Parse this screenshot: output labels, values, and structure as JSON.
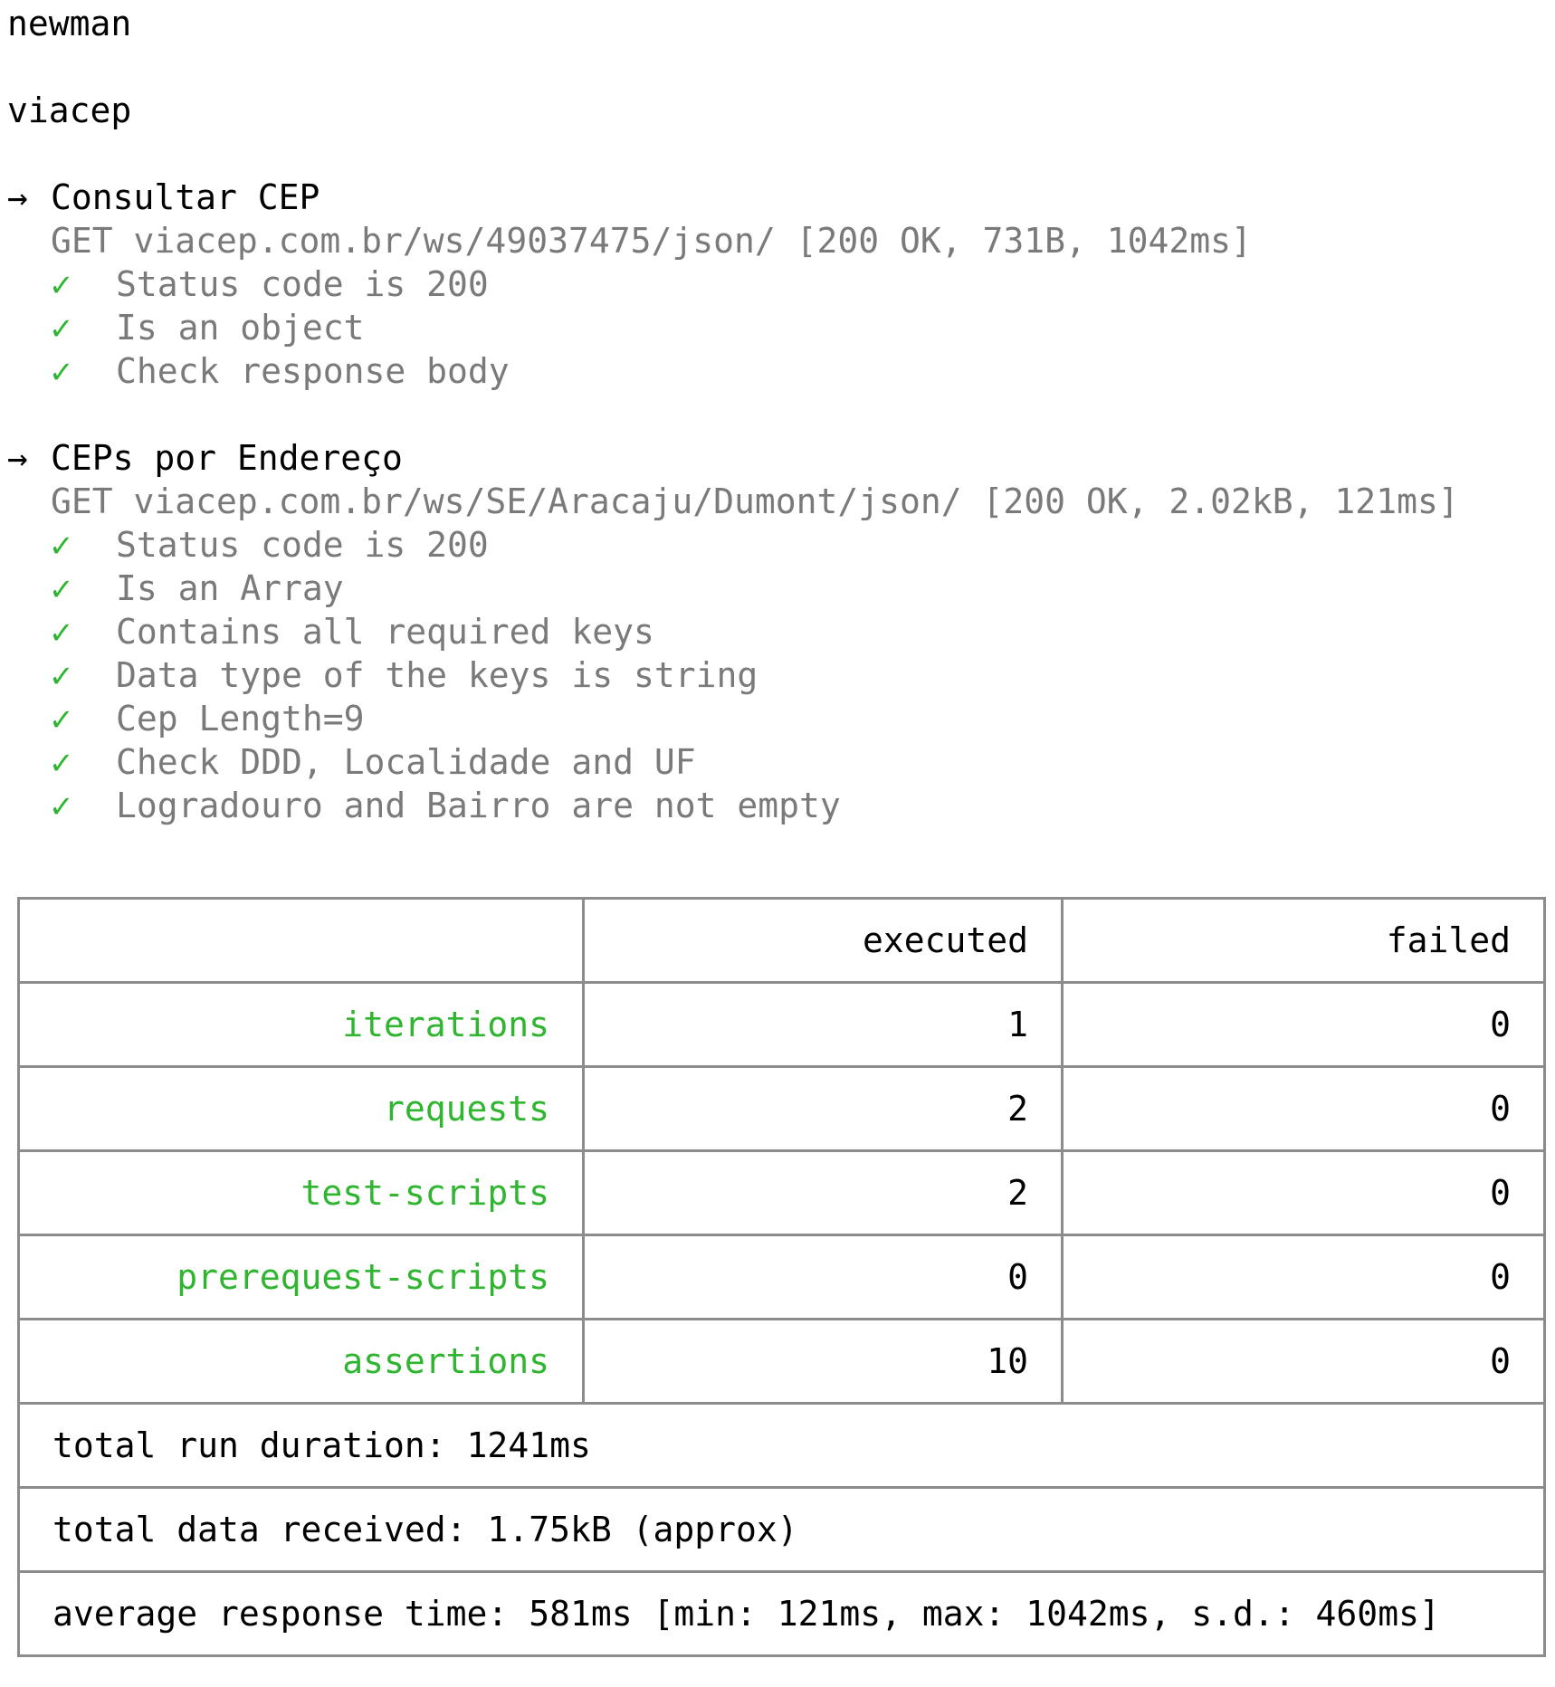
{
  "header": {
    "tool": "newman",
    "collection": "viacep"
  },
  "requests": [
    {
      "name": "Consultar CEP",
      "request_line": "GET viacep.com.br/ws/49037475/json/ [200 OK, 731B, 1042ms]",
      "assertions": [
        "Status code is 200",
        "Is an object",
        "Check response body"
      ]
    },
    {
      "name": "CEPs por Endereço",
      "request_line": "GET viacep.com.br/ws/SE/Aracaju/Dumont/json/ [200 OK, 2.02kB, 121ms]",
      "assertions": [
        "Status code is 200",
        "Is an Array",
        "Contains all required keys",
        "Data type of the keys is string",
        "Cep Length=9",
        "Check DDD, Localidade and UF",
        "Logradouro and Bairro are not empty"
      ]
    }
  ],
  "symbols": {
    "arrow": "→",
    "check": "✓"
  },
  "summary": {
    "columns": [
      "",
      "executed",
      "failed"
    ],
    "rows": [
      {
        "label": "iterations",
        "executed": "1",
        "failed": "0"
      },
      {
        "label": "requests",
        "executed": "2",
        "failed": "0"
      },
      {
        "label": "test-scripts",
        "executed": "2",
        "failed": "0"
      },
      {
        "label": "prerequest-scripts",
        "executed": "0",
        "failed": "0"
      },
      {
        "label": "assertions",
        "executed": "10",
        "failed": "0"
      }
    ],
    "total_run_duration": "total run duration: 1241ms",
    "total_data_received": "total data received: 1.75kB (approx)",
    "average_response_time": "average response time: 581ms [min: 121ms, max: 1042ms, s.d.: 460ms]"
  },
  "colors": {
    "pass": "#2fb52f",
    "muted": "#7a7a7a",
    "border": "#8c8c8c"
  }
}
